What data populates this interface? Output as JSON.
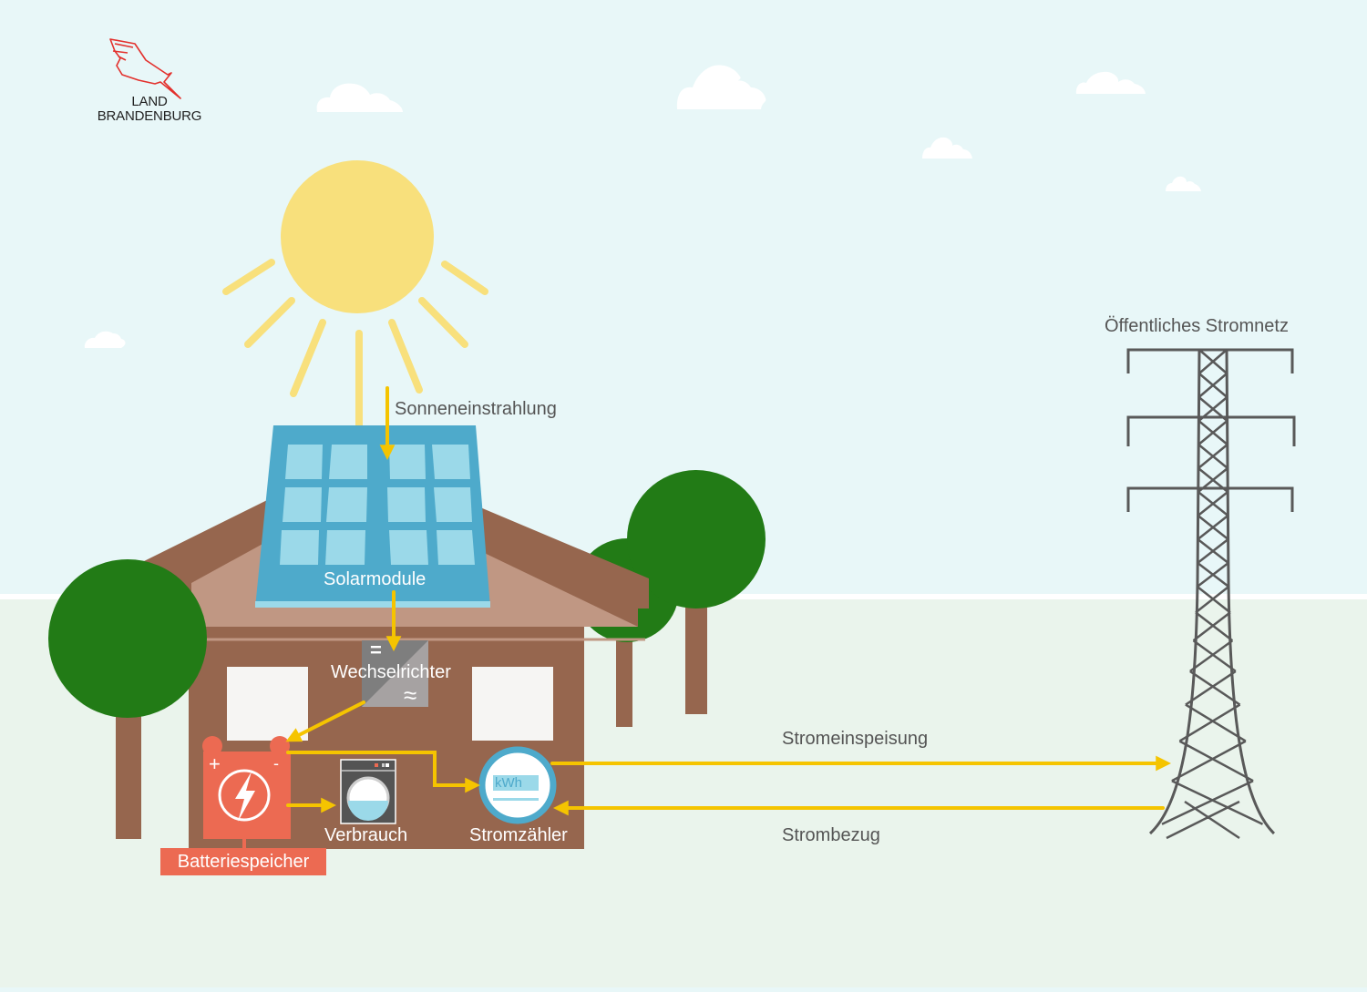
{
  "logo": {
    "line1": "LAND",
    "line2": "BRANDENBURG",
    "icon": "eagle-icon"
  },
  "labels": {
    "sun_radiation": "Sonneneinstrahlung",
    "solar_modules": "Solarmodule",
    "inverter": "Wechselrichter",
    "battery": "Batteriespeicher",
    "consumption": "Verbrauch",
    "meter": "Stromzähler",
    "grid": "Öffentliches Stromnetz",
    "feed_in": "Stromeinspeisung",
    "supply": "Strombezug"
  },
  "inverter_symbols": {
    "dc": "=",
    "ac": "≈"
  },
  "battery_symbols": {
    "plus": "+",
    "minus": "-"
  },
  "meter_display": "kWh",
  "colors": {
    "sky": "#e8f7f8",
    "ground": "#eaf4ec",
    "sun": "#f8e07c",
    "flow_arrow": "#f5c400",
    "house_wall": "#96664e",
    "roof_under": "#c09783",
    "solar_panel": "#4eaacb",
    "solar_cell": "#9bd9e9",
    "tree_crown": "#227b16",
    "tree_trunk": "#96664e",
    "battery": "#ec6a52",
    "meter_ring": "#4eaacb",
    "inverter_dark": "#7e7e7e",
    "inverter_light": "#a6a2a2",
    "washer": "#545454",
    "pylon": "#595959",
    "logo_red": "#e3302c"
  }
}
